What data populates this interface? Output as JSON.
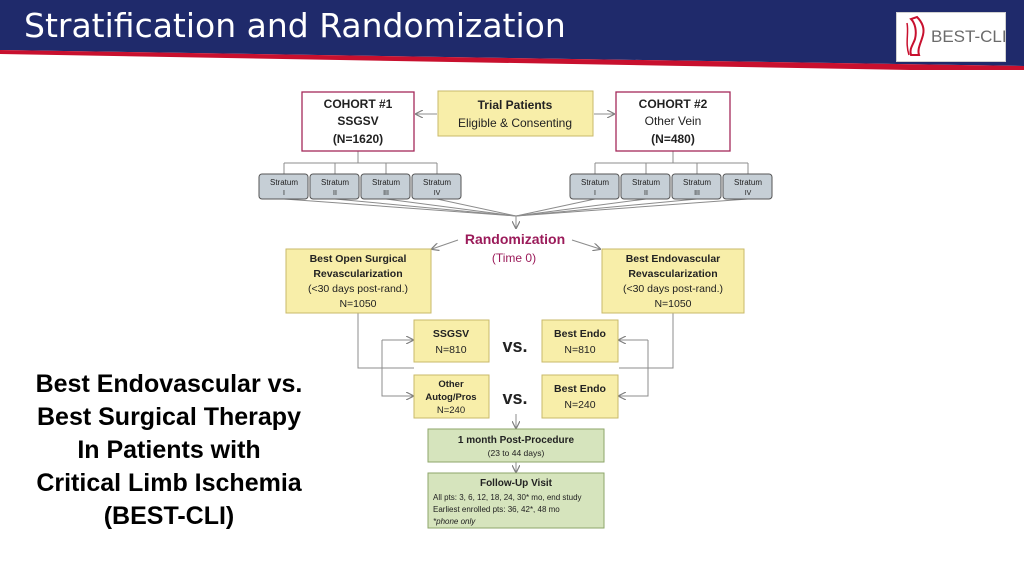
{
  "header": {
    "title": "Stratification and Randomization",
    "bar_color": "#1f2a6b",
    "accent_color": "#c8102e"
  },
  "logo": {
    "text": "BEST-CLI"
  },
  "side_text": [
    "Best Endovascular vs.",
    "Best Surgical Therapy",
    "In Patients with",
    "Critical Limb Ischemia",
    "(BEST-CLI)"
  ],
  "diagram": {
    "trial": [
      "Trial Patients",
      "Eligible & Consenting"
    ],
    "cohort1": [
      "COHORT #1",
      "SSGSV",
      "(N=1620)"
    ],
    "cohort2": [
      "COHORT #2",
      "Other Vein",
      "(N=480)"
    ],
    "strata": [
      [
        "Stratum",
        "I"
      ],
      [
        "Stratum",
        "II"
      ],
      [
        "Stratum",
        "III"
      ],
      [
        "Stratum",
        "IV"
      ]
    ],
    "randomization": [
      "Randomization",
      "(Time 0)"
    ],
    "surgical": [
      "Best Open Surgical",
      "Revascularization",
      "(<30 days post-rand.)",
      "N=1050"
    ],
    "endovascular": [
      "Best Endovascular",
      "Revascularization",
      "(<30 days post-rand.)",
      "N=1050"
    ],
    "ssgsv": [
      "SSGSV",
      "N=810"
    ],
    "endo1": [
      "Best Endo",
      "N=810"
    ],
    "other": [
      "Other",
      "Autog/Pros",
      "N=240"
    ],
    "endo2": [
      "Best Endo",
      "N=240"
    ],
    "vs": "vs.",
    "postproc": [
      "1 month Post-Procedure",
      "(23 to 44 days)"
    ],
    "followup": {
      "title": "Follow-Up Visit",
      "line1": "All pts: 3, 6, 12, 18, 24, 30* mo, end study",
      "line2": "Earliest enrolled pts: 36, 42*, 48 mo",
      "note": "*phone only"
    }
  }
}
